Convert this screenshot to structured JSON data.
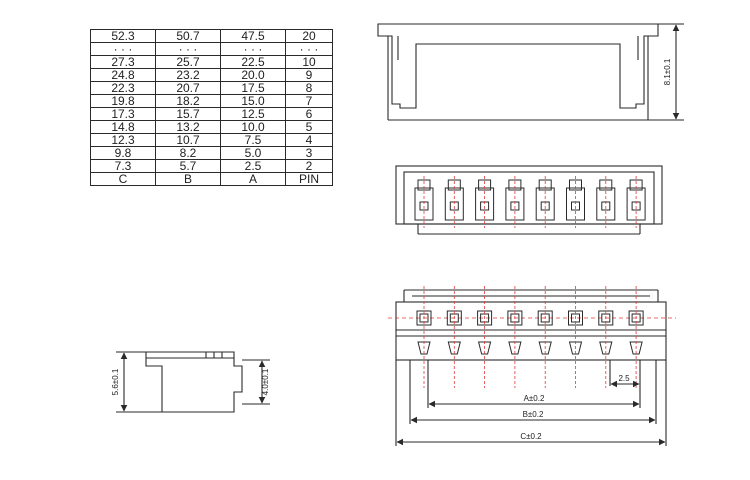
{
  "table": {
    "rows": [
      [
        "52.3",
        "50.7",
        "47.5",
        "20"
      ],
      [
        "· · ·",
        "· · ·",
        "· · ·",
        "· · ·"
      ],
      [
        "27.3",
        "25.7",
        "22.5",
        "10"
      ],
      [
        "24.8",
        "23.2",
        "20.0",
        "9"
      ],
      [
        "22.3",
        "20.7",
        "17.5",
        "8"
      ],
      [
        "19.8",
        "18.2",
        "15.0",
        "7"
      ],
      [
        "17.3",
        "15.7",
        "12.5",
        "6"
      ],
      [
        "14.8",
        "13.2",
        "10.0",
        "5"
      ],
      [
        "12.3",
        "10.7",
        "7.5",
        "4"
      ],
      [
        "9.8",
        "8.2",
        "5.0",
        "3"
      ],
      [
        "7.3",
        "5.7",
        "2.5",
        "2"
      ],
      [
        "C",
        "B",
        "A",
        "PIN"
      ]
    ]
  },
  "dimensions": {
    "height_top": "8.1±0.1",
    "side_outer": "5.6±0.1",
    "side_inner": "4.0±0.1",
    "pitch": "2.5",
    "a": "A±0.2",
    "b": "B±0.2",
    "c": "C±0.2"
  },
  "colors": {
    "line": "#2a2a2a",
    "centerline": "#e03a3a"
  }
}
